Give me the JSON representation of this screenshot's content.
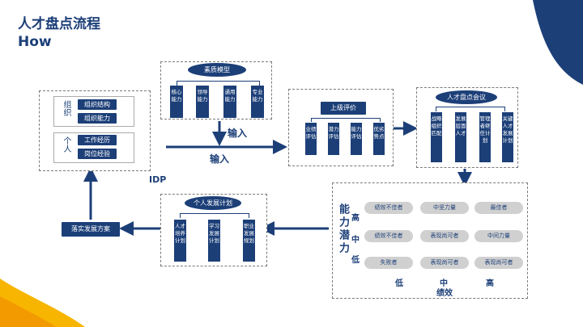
{
  "header": {
    "title": "人才盘点流程",
    "subtitle": "How"
  },
  "competency": {
    "title": "素质模型",
    "items": [
      "核心能力",
      "领导能力",
      "通用能力",
      "专业能力"
    ]
  },
  "input_labels": [
    "输入",
    "输入"
  ],
  "left_box": {
    "org_label": "组织",
    "org_items": [
      "组织结构",
      "组织能力"
    ],
    "person_label": "个人",
    "person_items": [
      "工作经历",
      "岗位经验"
    ]
  },
  "superior_eval": {
    "title": "上级评价",
    "items": [
      "业绩评估",
      "潜力评估",
      "能力评估",
      "优劣势点"
    ]
  },
  "talent_meeting": {
    "title": "人才盘点会议",
    "items": [
      "战略组织匹配",
      "发展层面人才",
      "管理者继任计划",
      "关键人才发展计划"
    ]
  },
  "idp_label": "IDP",
  "idp_plan": {
    "title": "个人发展计划",
    "items": [
      "人才培养计划",
      "学习发展计划",
      "职业发展规划"
    ]
  },
  "implement": {
    "label": "落实发展方案"
  },
  "matrix": {
    "y_title": "能力潜力",
    "y_levels": [
      "高",
      "中",
      "低"
    ],
    "x_levels": [
      "低",
      "中",
      "高"
    ],
    "x_title": "绩效",
    "cells": [
      [
        "绩效不佳者",
        "中坚力量",
        "最佳者"
      ],
      [
        "绩效不佳者",
        "表现尚可者",
        "中间力量"
      ],
      [
        "失败者",
        "表现尚可者",
        "表现尚可者"
      ]
    ]
  },
  "colors": {
    "navy": "#1c3f78",
    "pill_gray": "#d0d0d0",
    "accent_yellow": "#f7b500"
  }
}
